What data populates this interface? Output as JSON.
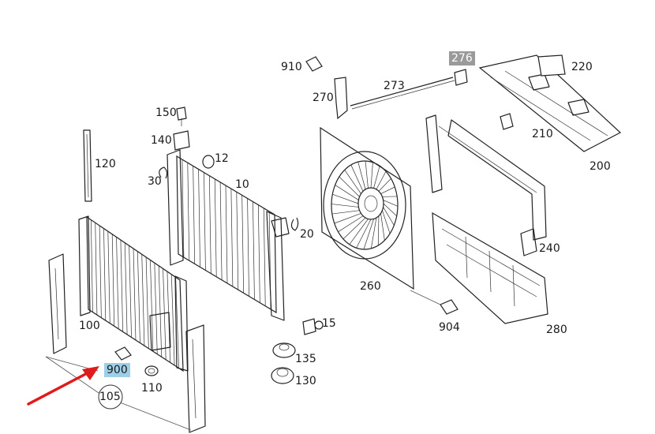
{
  "accent_colors": {
    "arrow": "#e01b1b",
    "highlight_blue": "#9ecfe8",
    "highlight_gray": "#9a9a9a"
  },
  "labels": {
    "l910": "910",
    "l276": "276",
    "l220": "220",
    "l273": "273",
    "l270": "270",
    "l150": "150",
    "l140": "140",
    "l12": "12",
    "l210": "210",
    "l120": "120",
    "l30": "30",
    "l10": "10",
    "l200": "200",
    "l20": "20",
    "l240": "240",
    "l260": "260",
    "l15": "15",
    "l904": "904",
    "l280": "280",
    "l100": "100",
    "l135": "135",
    "l900": "900",
    "l110": "110",
    "l130": "130",
    "l105": "105"
  }
}
